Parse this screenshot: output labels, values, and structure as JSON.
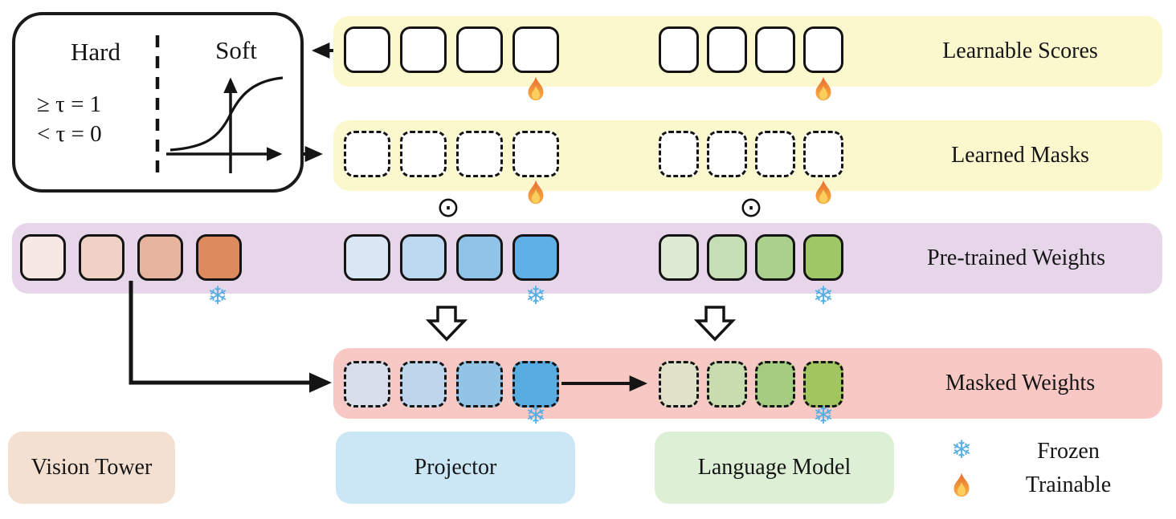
{
  "figure": {
    "threshold_box": {
      "hard_label": "Hard",
      "soft_label": "Soft",
      "hard_rule_top": "≥ τ = 1",
      "hard_rule_bottom": "< τ = 0"
    },
    "bands": {
      "learnable_scores": {
        "label": "Learnable Scores",
        "bg": "#FBF8CE"
      },
      "learned_masks": {
        "label": "Learned Masks",
        "bg": "#FBF8CE"
      },
      "pretrained_weights": {
        "label": "Pre-trained Weights",
        "bg": "#E7D6EA"
      },
      "masked_weights": {
        "label": "Masked Weights",
        "bg": "#F8C8C5"
      }
    },
    "squares": {
      "learnable_scores_projector": {
        "count": 4,
        "fill": "#FFFFFF",
        "border": "solid"
      },
      "learnable_scores_language": {
        "count": 4,
        "fill": "#FFFFFF",
        "border": "solid"
      },
      "learned_masks_projector": {
        "count": 4,
        "fill": "#FFFFFF",
        "border": "dashed"
      },
      "learned_masks_language": {
        "count": 4,
        "fill": "#FFFFFF",
        "border": "dashed"
      },
      "pretrained_vision": {
        "colors": [
          "#F7E8E3",
          "#EFD2C5",
          "#E7B59D",
          "#DC8A5E"
        ],
        "border": "solid"
      },
      "pretrained_projector": {
        "colors": [
          "#D9E7F5",
          "#BBD8F0",
          "#90C3E8",
          "#5EB0E5"
        ],
        "border": "solid"
      },
      "pretrained_language": {
        "colors": [
          "#DEE9D3",
          "#C6DEB3",
          "#AAD08D",
          "#A0C765"
        ],
        "border": "solid"
      },
      "masked_projector": {
        "colors": [
          "#D8DEE9",
          "#BDD6EC",
          "#93C4E6",
          "#57ADE2"
        ],
        "border": "dashed"
      },
      "masked_language": {
        "colors": [
          "#DFE2C9",
          "#C8DCB0",
          "#A5CD82",
          "#A3C55F"
        ],
        "border": "dashed"
      }
    },
    "modules": {
      "vision_tower": {
        "label": "Vision Tower",
        "bg": "#F4E0D1"
      },
      "projector": {
        "label": "Projector",
        "bg": "#CBE7F6"
      },
      "language_model": {
        "label": "Language Model",
        "bg": "#DDEFD5"
      }
    },
    "legend": {
      "frozen_label": "Frozen",
      "trainable_label": "Trainable",
      "snowflake_color": "#54AEE4"
    },
    "operators": {
      "elementwise_product": "⊙"
    }
  }
}
